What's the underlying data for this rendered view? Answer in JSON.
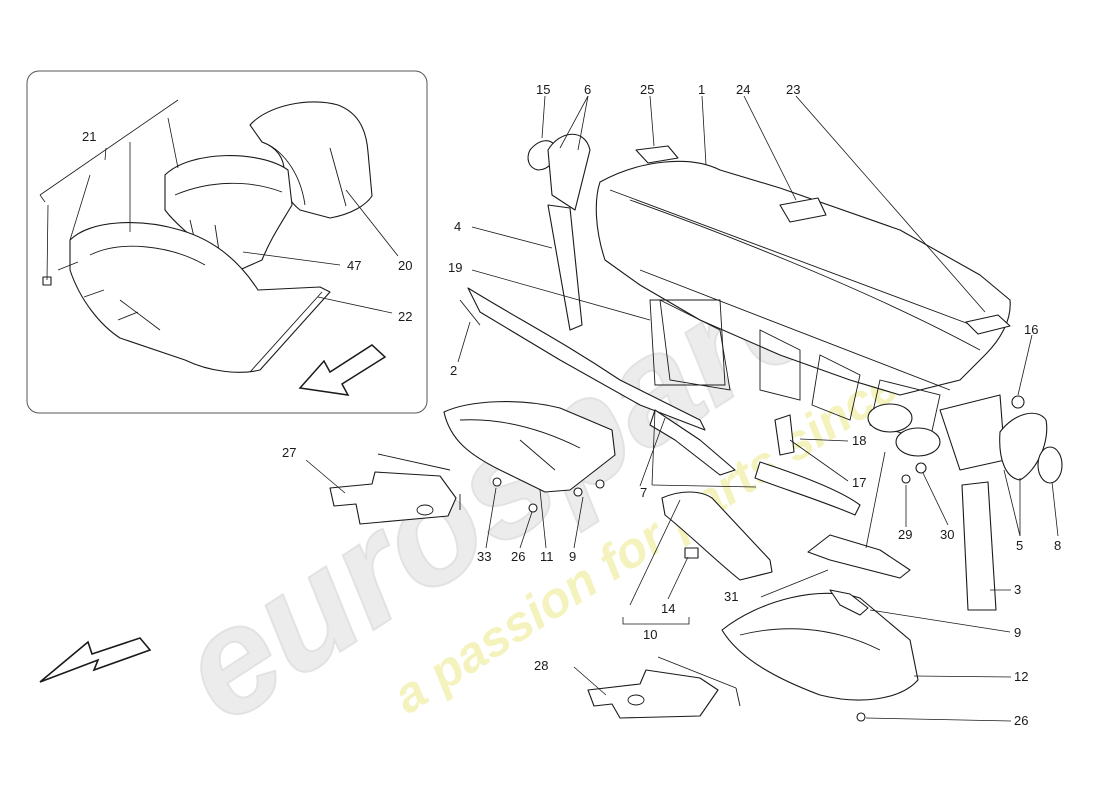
{
  "watermark": {
    "brand": "eurospares",
    "tagline": "a passion for parts since 1985",
    "brand_color": "#e6e6e6",
    "tagline_color": "#f3f2b0"
  },
  "callouts": {
    "c1": "1",
    "c2": "2",
    "c3": "3",
    "c4": "4",
    "c5": "5",
    "c6": "6",
    "c7": "7",
    "c8": "8",
    "c9a": "9",
    "c9b": "9",
    "c10": "10",
    "c11": "11",
    "c12": "12",
    "c14": "14",
    "c15": "15",
    "c16": "16",
    "c17": "17",
    "c18": "18",
    "c19": "19",
    "c20": "20",
    "c21": "21",
    "c22": "22",
    "c23": "23",
    "c24": "24",
    "c25": "25",
    "c26a": "26",
    "c26b": "26",
    "c27": "27",
    "c28": "28",
    "c29": "29",
    "c30": "30",
    "c31": "31",
    "c33": "33",
    "c47": "47"
  },
  "icons": {
    "inset_direction": "arrow-icon",
    "view_direction": "arrow-icon"
  }
}
